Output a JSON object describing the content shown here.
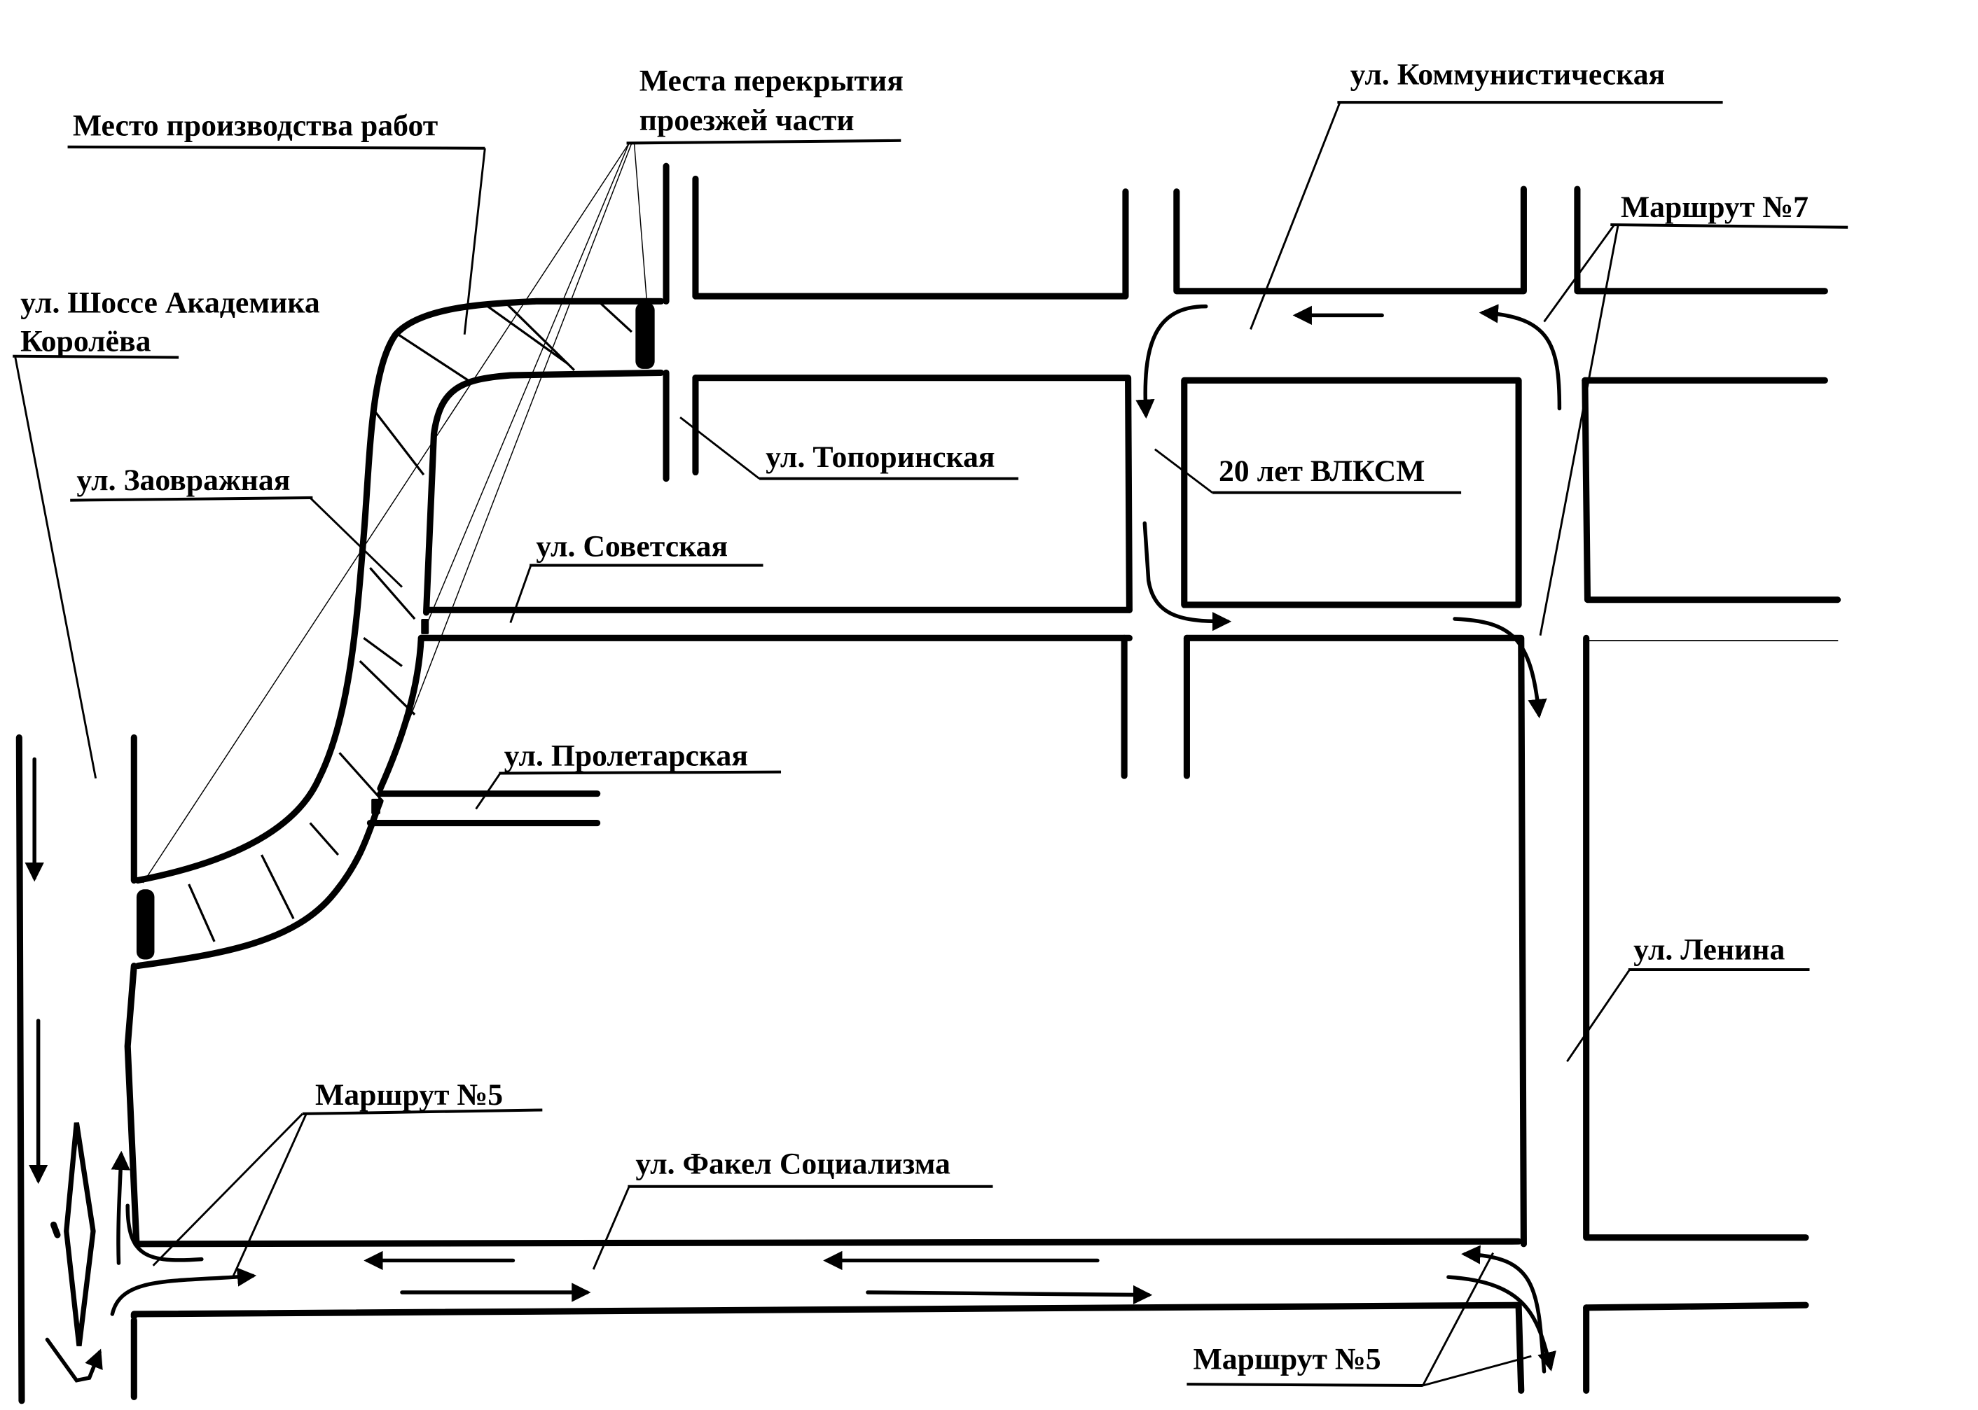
{
  "map": {
    "colors": {
      "line": "#000000",
      "background": "#ffffff"
    },
    "labels": {
      "work_site": "Место производства работ",
      "closures_line1": "Места перекрытия",
      "closures_line2": "проезжей части",
      "kommunisticheskaya": "ул. Коммунистическая",
      "route7": "Маршрут №7",
      "shosse_line1": "ул. Шоссе Академика",
      "shosse_line2": "Королёва",
      "zaovrazhnaya": "ул. Заовражная",
      "toporinskaya": "ул. Топоринская",
      "vlksm": "20 лет ВЛКСМ",
      "sovetskaya": "ул. Советская",
      "proletarskaya": "ул. Пролетарская",
      "lenina": "ул. Ленина",
      "route5_left": "Маршрут №5",
      "fakel": "ул. Факел Социализма",
      "route5_right": "Маршрут №5"
    },
    "legend_items": [
      "road-closure-block",
      "work-zone-hatching",
      "traffic-direction-arrow"
    ]
  }
}
